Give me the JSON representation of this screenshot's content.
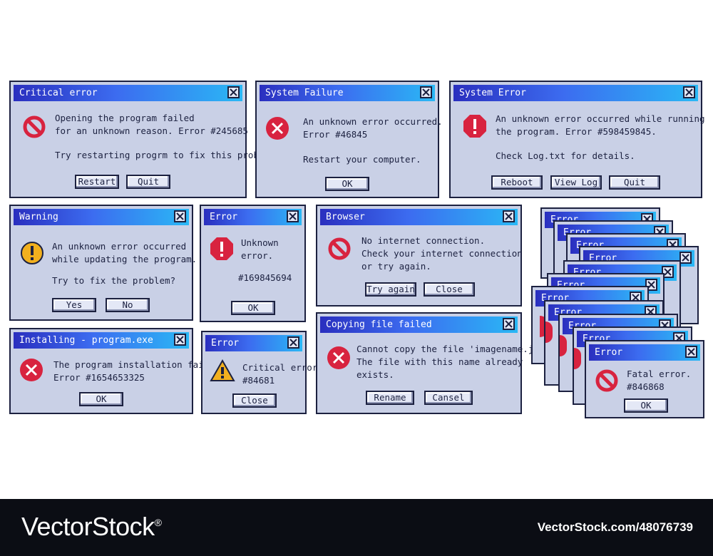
{
  "colors": {
    "titlebar_start": "#2a2fbf",
    "titlebar_end": "#2ab8f5",
    "dialog_bg": "#c9d0e6",
    "border": "#1c2140",
    "error_red": "#d8233f",
    "warning_yellow": "#f2b01e",
    "footer_bg": "#0b0d14"
  },
  "dialogs": {
    "critical_error": {
      "title": "Critical error",
      "icon": "prohibited-icon",
      "line1": "Opening the program failed",
      "line2": "for an unknown reason. Error #245685",
      "line3": "Try restarting progrm to fix this problem.",
      "buttons": [
        "Restart",
        "Quit"
      ]
    },
    "system_failure": {
      "title": "System Failure",
      "icon": "error-x-icon",
      "line1": "An unknown error occurred.",
      "line2": "Error #46845",
      "line3": "Restart your computer.",
      "buttons": [
        "OK"
      ]
    },
    "system_error": {
      "title": "System Error",
      "icon": "stop-octagon-icon",
      "line1": "An unknown error occurred while running",
      "line2": "the program. Error #598459845.",
      "line3": "Check Log.txt for details.",
      "buttons": [
        "Reboot",
        "View Log",
        "Quit"
      ]
    },
    "warning": {
      "title": "Warning",
      "icon": "warning-circle-icon",
      "line1": "An unknown error occurred",
      "line2": "while updating the program.",
      "line3": "Try to fix the problem?",
      "buttons": [
        "Yes",
        "No"
      ]
    },
    "error_unknown": {
      "title": "Error",
      "icon": "stop-octagon-icon",
      "line1": "Unknown",
      "line2": "error.",
      "line3": "#169845694",
      "buttons": [
        "OK"
      ]
    },
    "browser": {
      "title": "Browser",
      "icon": "prohibited-icon",
      "line1": "No internet connection.",
      "line2": "Check your internet connection",
      "line3": "or try again.",
      "buttons": [
        "Try again",
        "Close"
      ]
    },
    "installing": {
      "title": "Installing - program.exe",
      "icon": "error-x-icon",
      "line1": "The program installation failed.",
      "line2": "Error #1654653325",
      "buttons": [
        "OK"
      ]
    },
    "error_critical": {
      "title": "Error",
      "icon": "warning-triangle-icon",
      "line1": "Critical error",
      "line2": "#84681",
      "buttons": [
        "Close"
      ]
    },
    "copying_failed": {
      "title": "Copying file failed",
      "icon": "error-x-icon",
      "line1": "Cannot copy the file 'imagename.jpg'.",
      "line2": "The file with this name already",
      "line3": "exists.",
      "buttons": [
        "Rename",
        "Cansel"
      ]
    },
    "fatal_error": {
      "title": "Error",
      "icon": "prohibited-icon",
      "line1": "Fatal error.",
      "line2": "#846868",
      "buttons": [
        "OK"
      ]
    }
  },
  "stack_title": "Error",
  "footer": {
    "brand": "VectorStock",
    "registered": "®",
    "url": "VectorStock.com/48076739"
  }
}
